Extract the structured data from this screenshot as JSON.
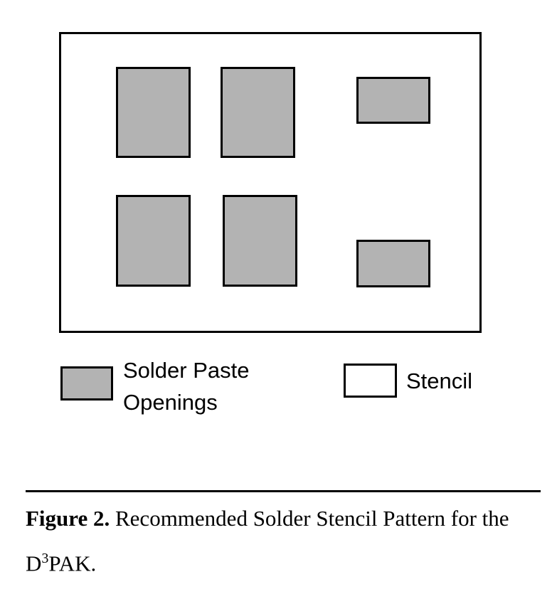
{
  "legend": {
    "paste": "Solder Paste Openings",
    "paste_line1": "Solder Paste",
    "paste_line2": "Openings",
    "stencil": "Stencil"
  },
  "caption": {
    "label": "Figure 2.",
    "text1": " Recommended Solder Stencil Pattern for the D",
    "sup": "3",
    "text2": "PAK."
  },
  "colors": {
    "paste": "#b3b3b3",
    "stencil": "#ffffff"
  }
}
